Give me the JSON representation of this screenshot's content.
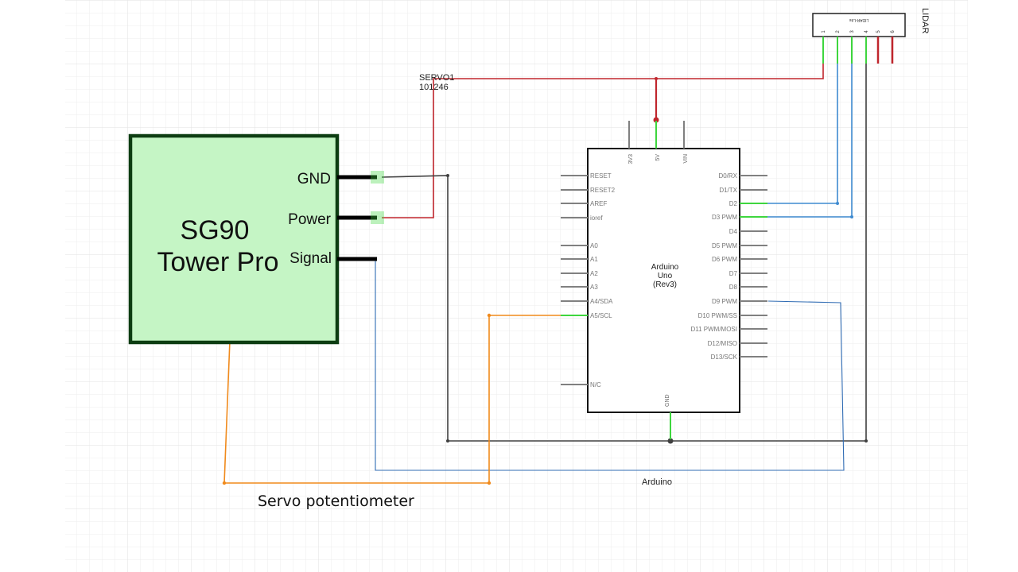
{
  "servo": {
    "title_line1": "SG90",
    "title_line2": "Tower Pro",
    "pins": [
      "GND",
      "Power",
      "Signal"
    ],
    "fill": "#c5f5c5",
    "border": "#0d3d12"
  },
  "servo_part": {
    "label": "SERVO1",
    "id": "101246"
  },
  "lidar": {
    "title": "LIDAR",
    "part_text": "LIDAR-Lite",
    "pin_numbers": [
      "1",
      "2",
      "3",
      "4",
      "5",
      "6"
    ]
  },
  "arduino": {
    "name_line1": "Arduino",
    "name_line2": "Uno",
    "name_line3": "(Rev3)",
    "top_pins": [
      "3V3",
      "5V",
      "VIN"
    ],
    "left_pins": [
      "RESET",
      "RESET2",
      "AREF",
      "ioref",
      "A0",
      "A1",
      "A2",
      "A3",
      "A4/SDA",
      "A5/SCL",
      "N/C"
    ],
    "right_pins": [
      "D0/RX",
      "D1/TX",
      "D2",
      "D3 PWM",
      "D4",
      "D5 PWM",
      "D6 PWM",
      "D7",
      "D8",
      "D9 PWM",
      "D10 PWM/SS",
      "D11 PWM/MOSI",
      "D12/MISO",
      "D13/SCK"
    ],
    "bottom_pin": "GND",
    "caption": "Arduino"
  },
  "annotation": {
    "potentiometer": "Servo potentiometer"
  },
  "colors": {
    "wire_red": "#c0262d",
    "wire_blue": "#3f8bd0",
    "wire_dark_blue": "#2f6bb3",
    "wire_orange": "#f08a1c",
    "wire_black": "#404040",
    "pin_green": "#3ed63e",
    "grid": "#ececec"
  }
}
